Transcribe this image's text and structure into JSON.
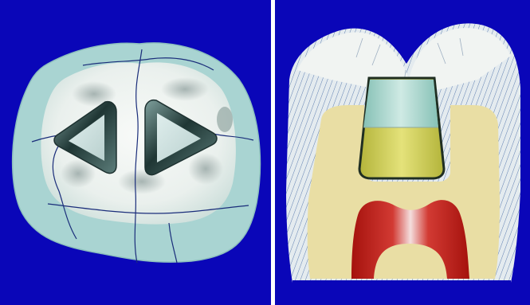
{
  "figure": {
    "panels": [
      {
        "id": "occlusal-view",
        "subject": "tooth-occlusal-view"
      },
      {
        "id": "section-view",
        "subject": "tooth-cross-section"
      }
    ]
  },
  "colors": {
    "background_blue": "#0a06b8",
    "enamel_outer": "#a9d4d2",
    "occlusal_surface": "#eef3ef",
    "crack_line": "#1a2d7a",
    "inlay_dark": "#2d4a48",
    "enamel_crown": "#f1f4f2",
    "enamel_rod_hatch": "#5f7fb0",
    "dentin": "#e9dea4",
    "restoration_upper": "#9fd1c7",
    "restoration_lower": "#c9c84a",
    "restoration_outline": "#1f2e22",
    "pulp_red": "#c11a13",
    "pulp_highlight": "#f4dede"
  }
}
